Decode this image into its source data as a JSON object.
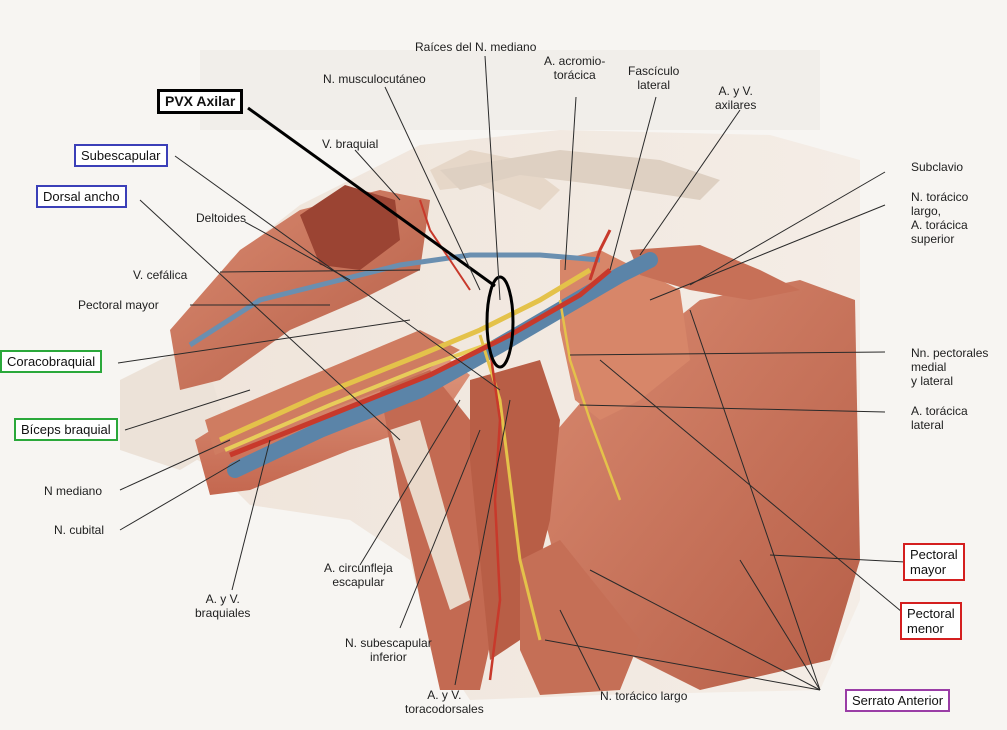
{
  "figure": {
    "boxed_labels": {
      "pvx_axilar": "PVX Axilar",
      "subescapular": "Subescapular",
      "dorsal_ancho": "Dorsal ancho",
      "coracobraquial": "Coracobraquial",
      "biceps_braquial": "Bíceps braquial",
      "pectoral_mayor": [
        "Pectoral",
        "mayor"
      ],
      "pectoral_menor": [
        "Pectoral",
        "menor"
      ],
      "serrato_anterior": "Serrato Anterior"
    },
    "labels": {
      "raices_mediano": "Raíces del N. mediano",
      "n_musculocutaneo": "N. musculocutáneo",
      "a_acromiotoracica": [
        "A. acromio-",
        "torácica"
      ],
      "fasciculo_lateral": [
        "Fascículo",
        "lateral"
      ],
      "a_v_axilares": [
        "A. y V.",
        "axilares"
      ],
      "v_braquial": "V. braquial",
      "deltoides": "Deltoides",
      "v_cefalica": "V. cefálica",
      "pectoral_mayor_lbl": "Pectoral mayor",
      "subclavio": "Subclavio",
      "n_toracico_largo_a_toracica_sup": [
        "N. torácico",
        "largo,",
        "A. torácica",
        "superior"
      ],
      "nn_pectorales": [
        "Nn. pectorales",
        "medial",
        "y lateral"
      ],
      "a_toracica_lateral": [
        "A. torácica",
        "lateral"
      ],
      "n_mediano": "N mediano",
      "n_cubital": "N. cubital",
      "a_v_braquiales": [
        "A. y V.",
        "braquiales"
      ],
      "a_circunfleja": [
        "A. circunfleja",
        "escapular"
      ],
      "n_subescapular_inf": [
        "N. subescapular",
        "inferior"
      ],
      "a_v_toracodorsales": [
        "A. y V.",
        "toracodorsales"
      ],
      "n_toracico_largo": "N. torácico largo"
    },
    "colors": {
      "muscle": "#c9725a",
      "muscle_dark": "#a9553f",
      "vein": "#5b84a8",
      "artery": "#c8392b",
      "nerve": "#e4c24a",
      "tendon": "#e9dcd0",
      "box_blue": "#3b3fb8",
      "box_green": "#2aa83a",
      "box_red": "#d41f1f",
      "box_purple": "#9a3da6"
    }
  }
}
